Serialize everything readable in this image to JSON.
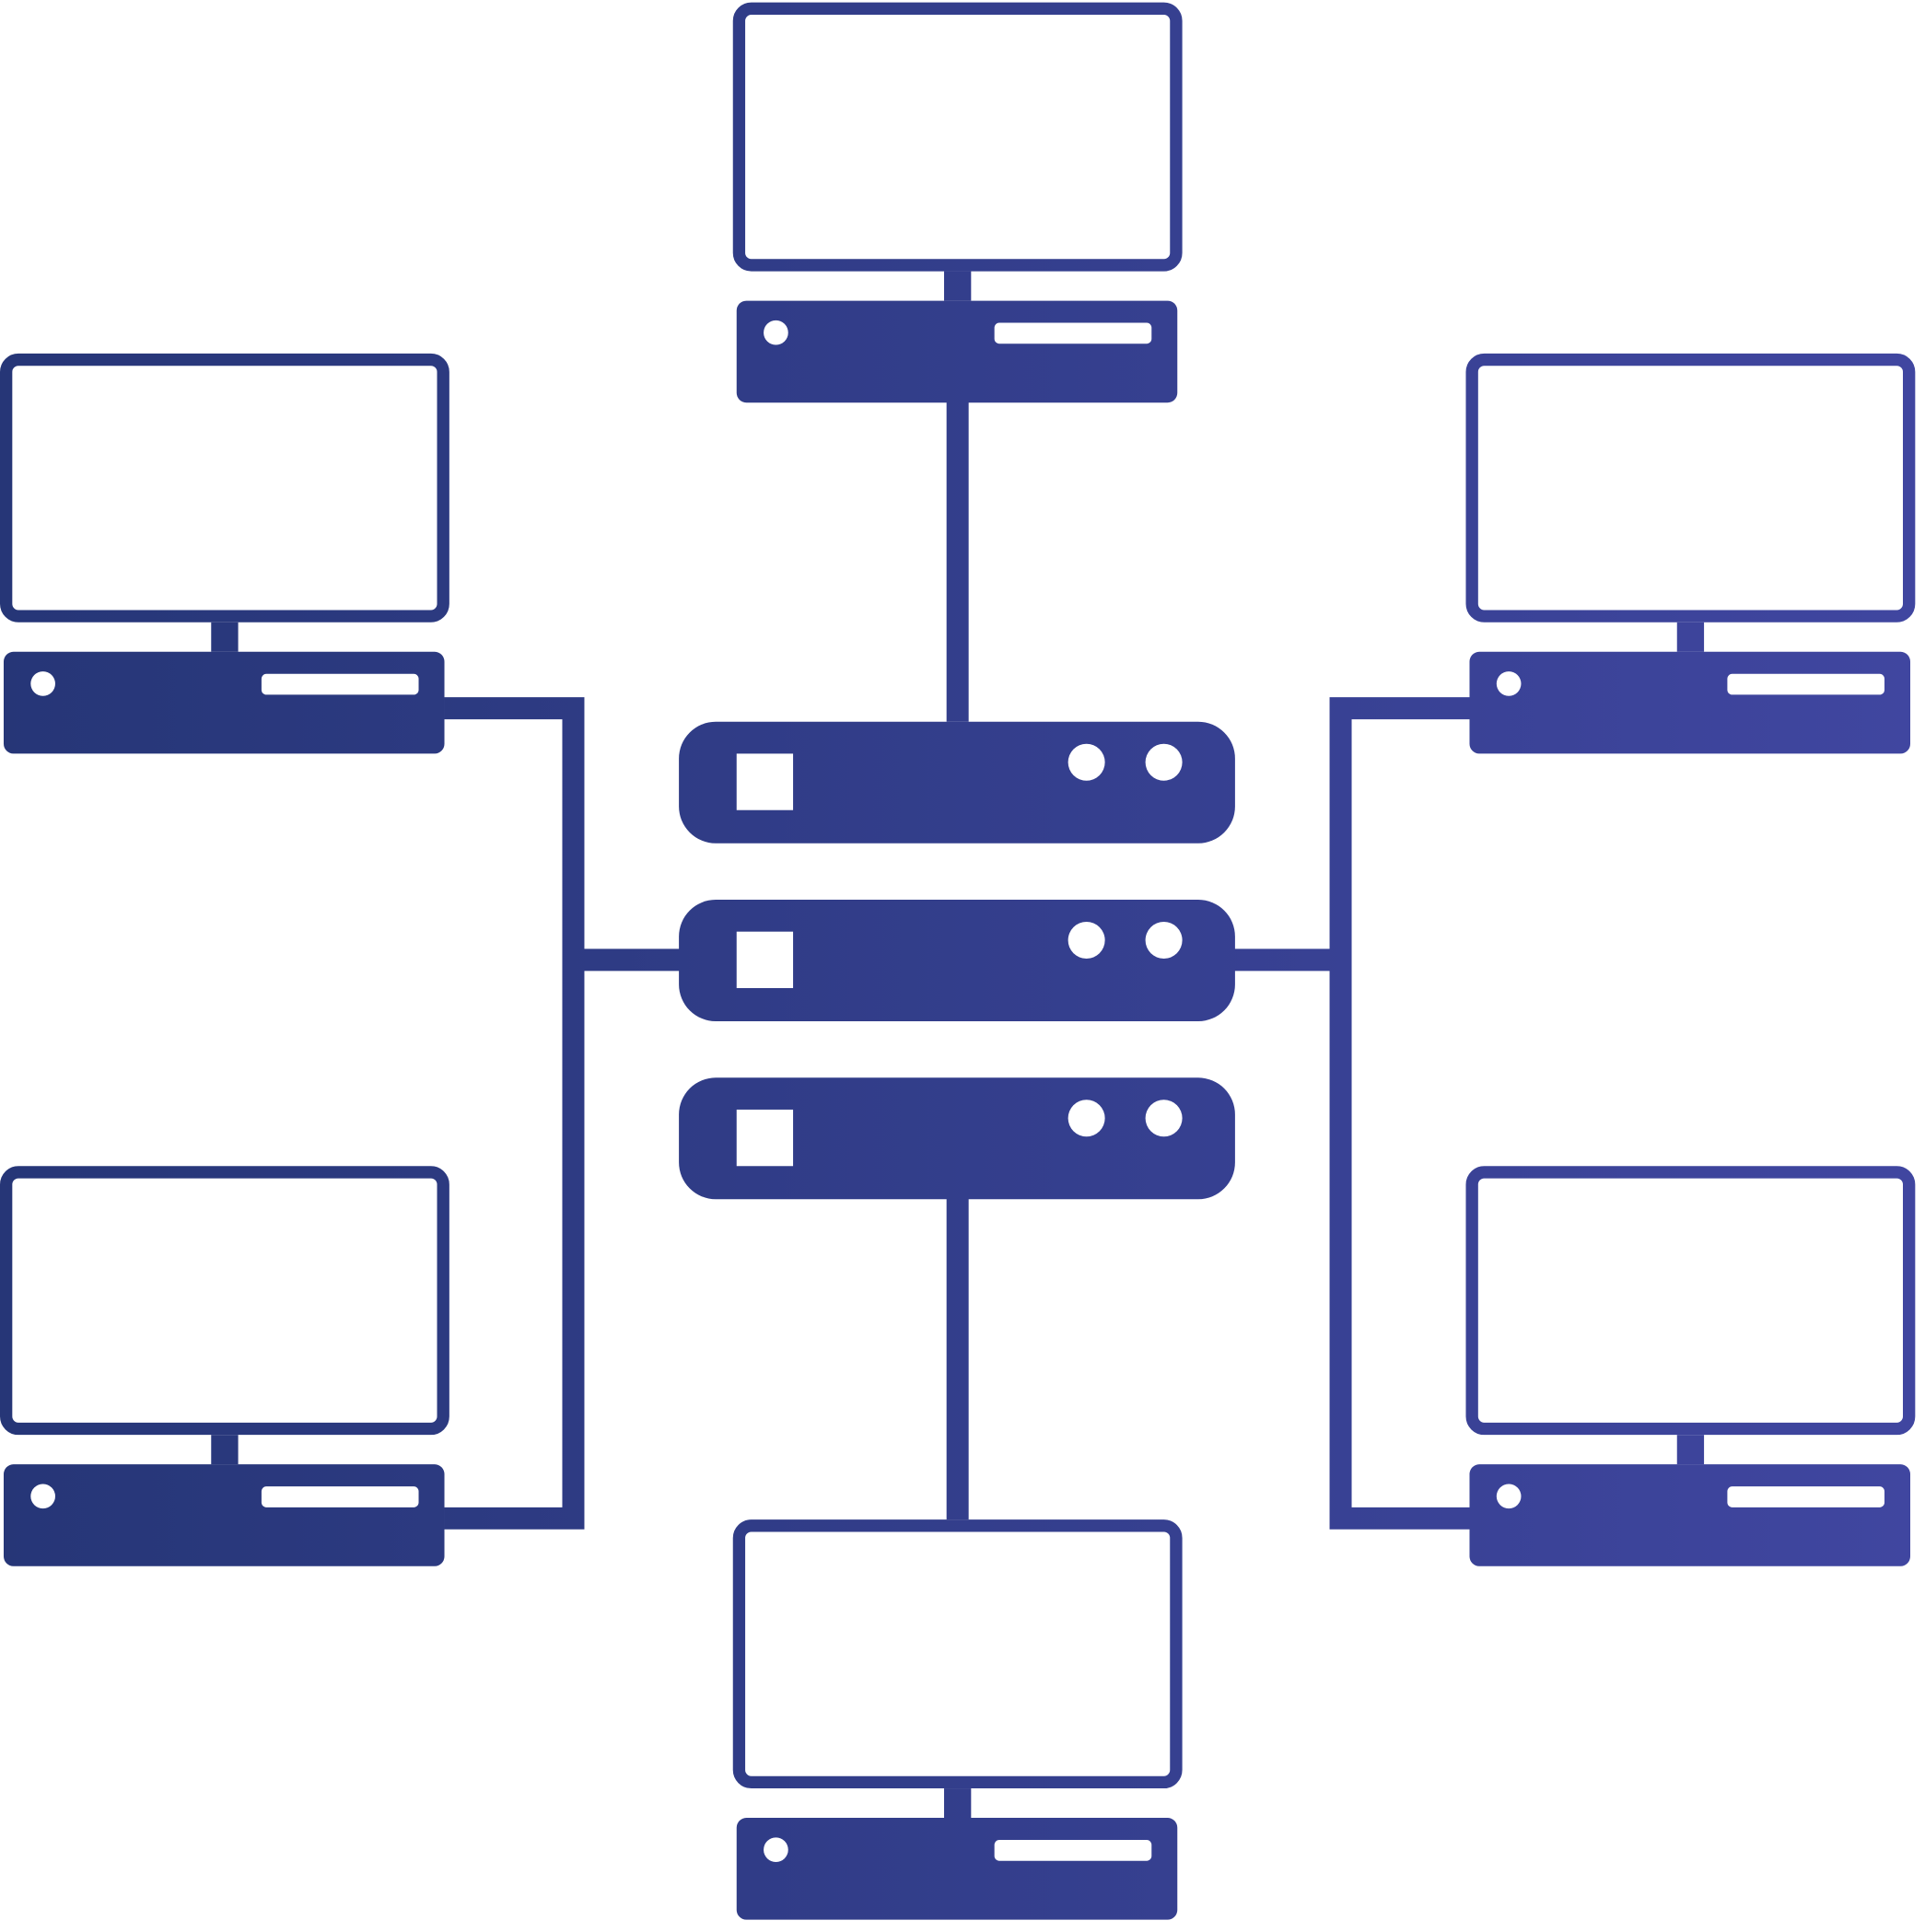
{
  "colors": {
    "gradient_start": "#263677",
    "gradient_end": "#4046a0",
    "background": "#ffffff",
    "detail": "#ffffff"
  },
  "diagram": {
    "computers": [
      "top",
      "left-top",
      "left-bottom",
      "right-top",
      "right-bottom",
      "bottom"
    ],
    "server_units": 3
  }
}
